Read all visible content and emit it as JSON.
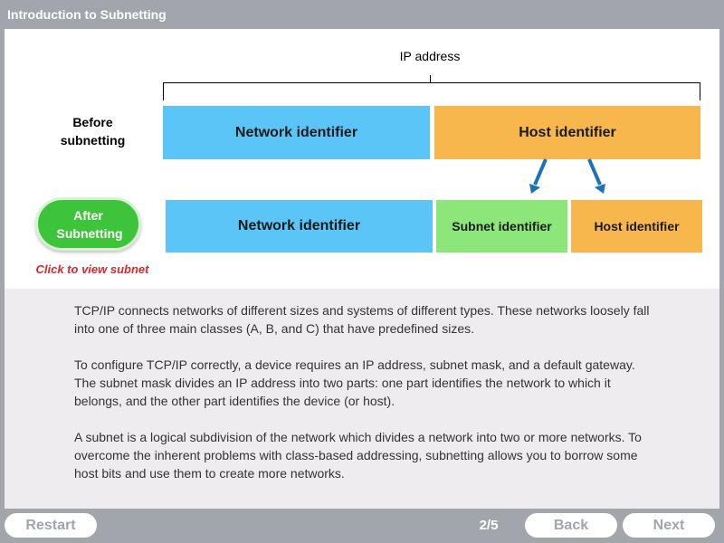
{
  "title": "Introduction to Subnetting",
  "diagram": {
    "ip_address_label": "IP address",
    "before_label": "Before subnetting",
    "after_button_label": "After Subnetting",
    "click_hint": "Click to view subnet",
    "before_row": {
      "network": "Network identifier",
      "host": "Host identifier"
    },
    "after_row": {
      "network": "Network identifier",
      "subnet": "Subnet identifier",
      "host": "Host identifier"
    },
    "colors": {
      "network": "#5bc5f8",
      "host": "#f8b74c",
      "subnet": "#8de679",
      "after_button": "#3dc43a",
      "hint": "#d7282f",
      "arrow": "#1a72b8"
    }
  },
  "paragraphs": [
    "TCP/IP connects networks of different sizes and systems of different types. These networks loosely fall into one of three main classes (A, B, and C) that have predefined sizes.",
    "To configure TCP/IP correctly, a device requires an IP address, subnet mask, and a default gateway. The subnet mask divides an IP address into two parts: one part identifies the network to which it belongs, and the other part identifies the device (or host).",
    "A subnet is a logical subdivision of the network which divides a network into two or more networks. To overcome the inherent problems with class-based addressing, subnetting allows you to borrow some host bits and use them to create more networks."
  ],
  "footer": {
    "restart_label": "Restart",
    "page_indicator": "2/5",
    "back_label": "Back",
    "next_label": "Next"
  }
}
